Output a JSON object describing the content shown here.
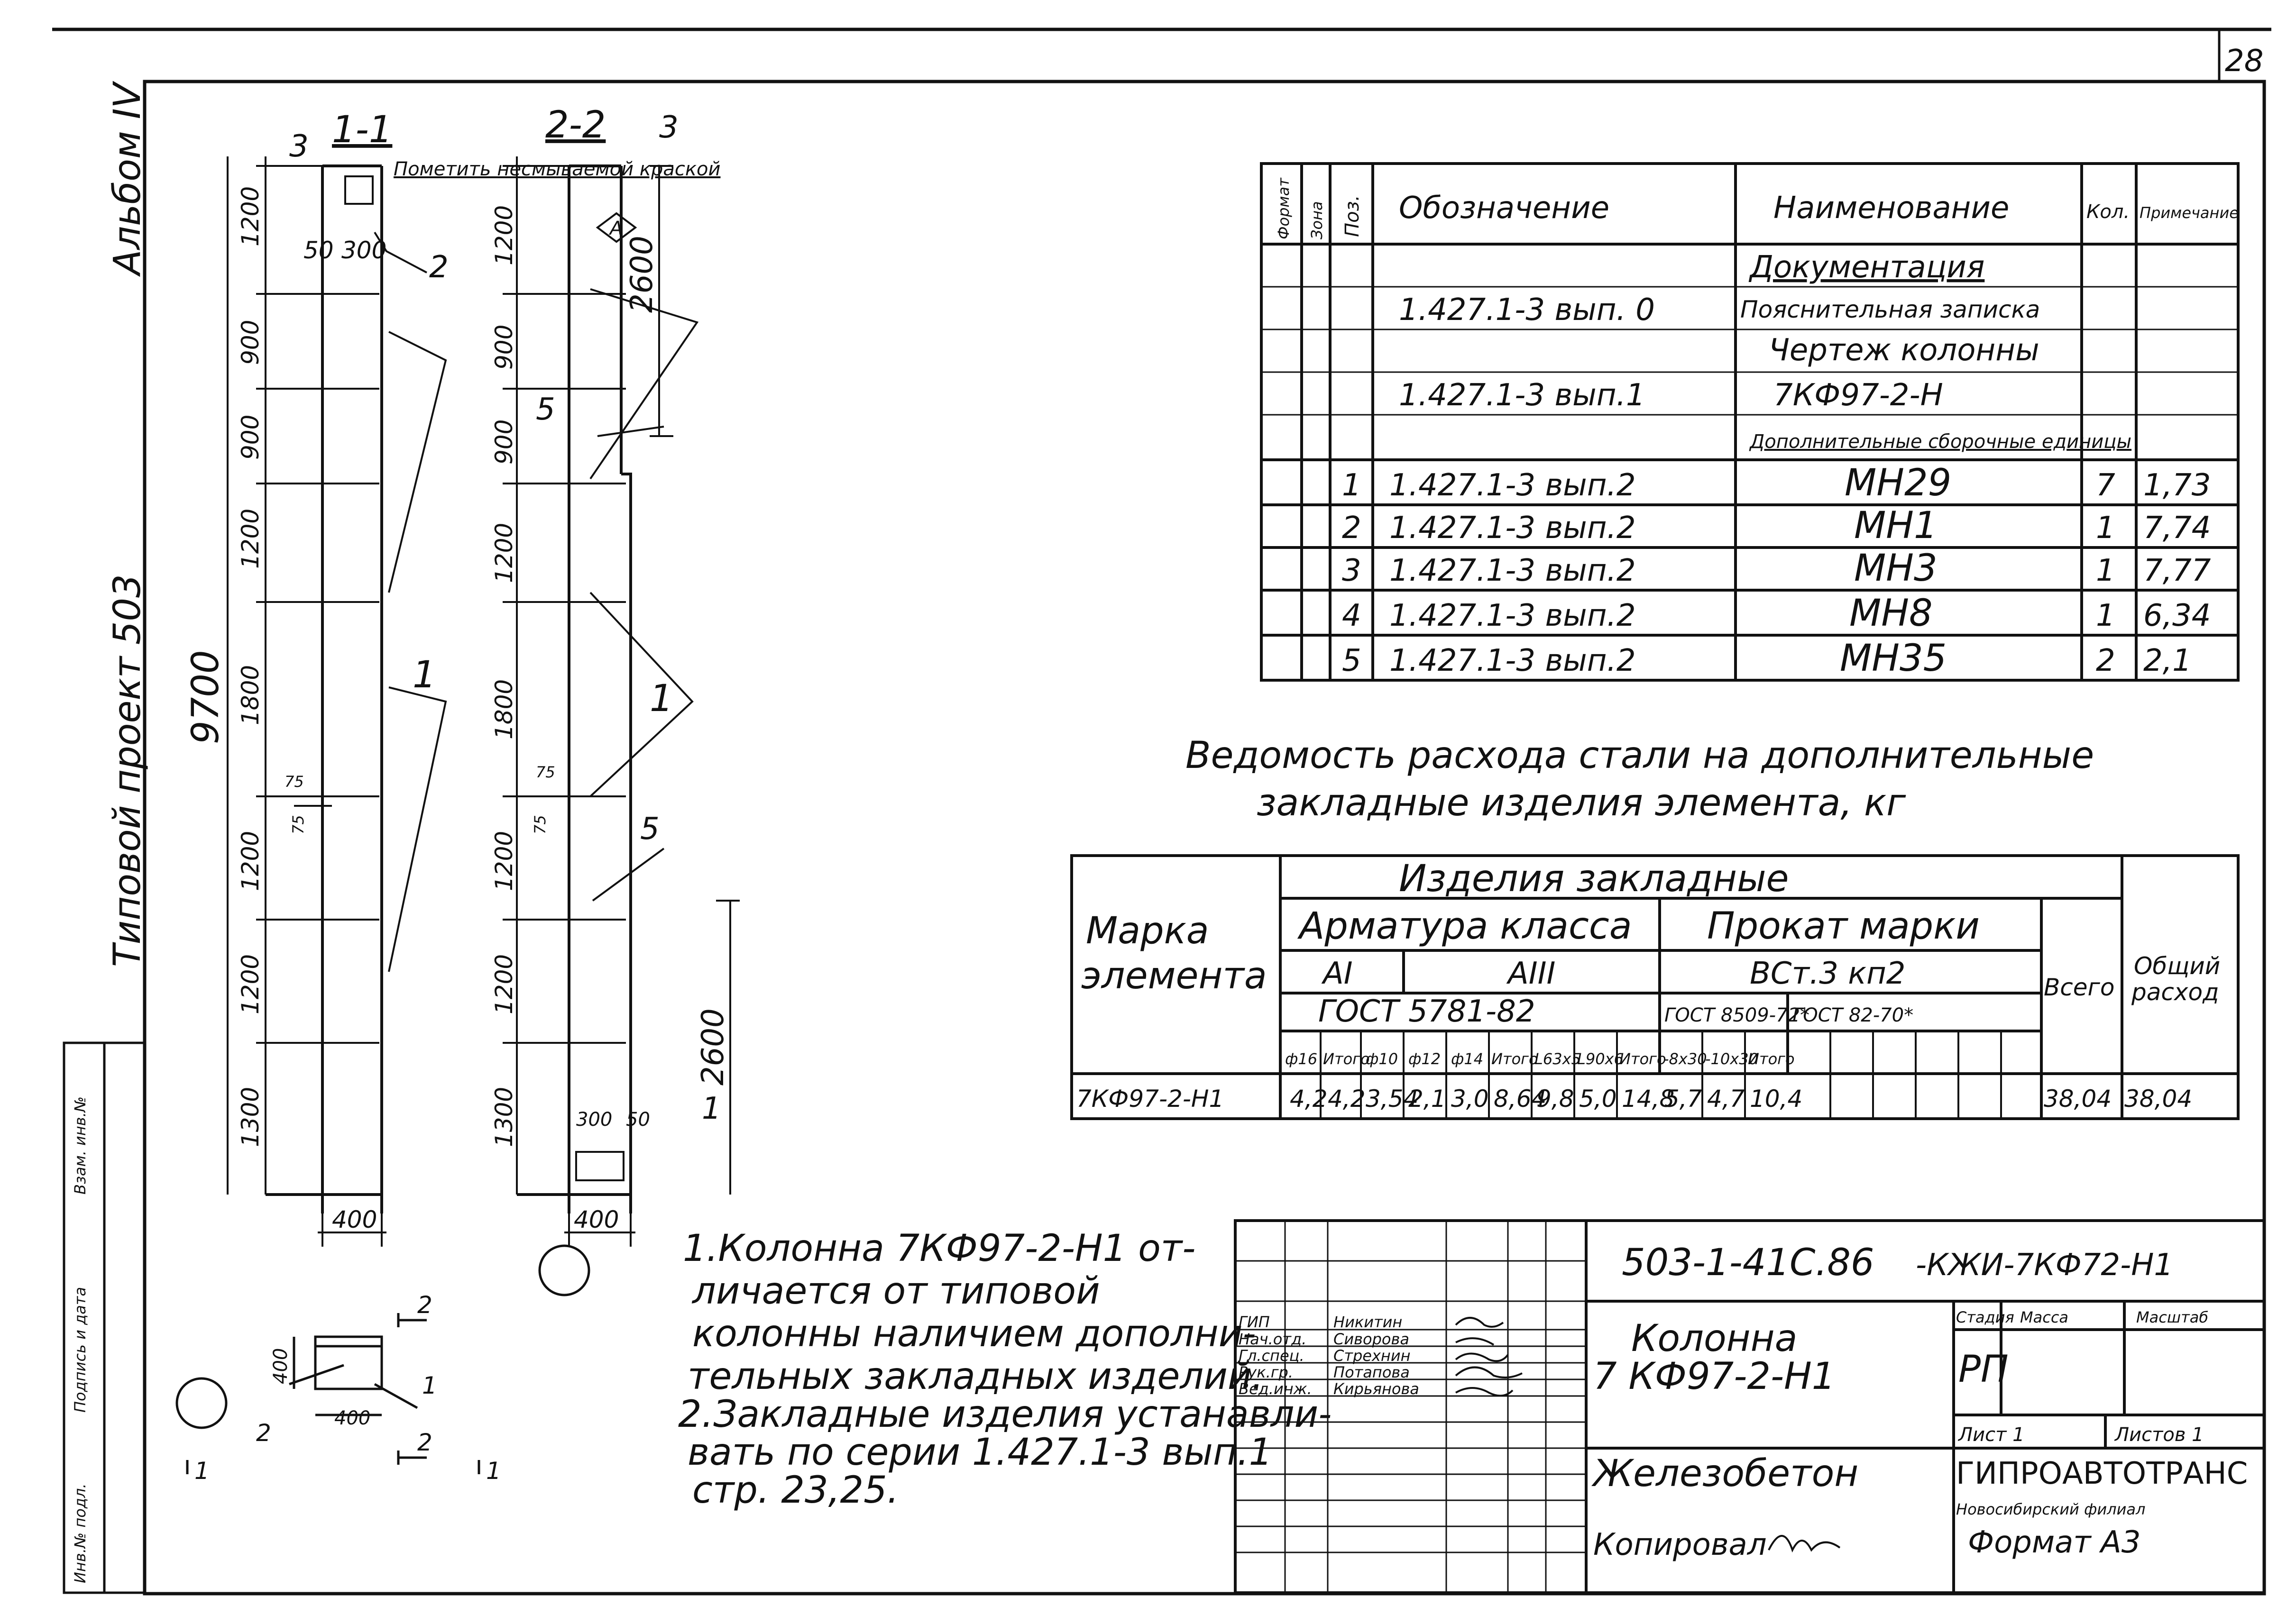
{
  "page_number": "28",
  "left_margin": {
    "album": "Альбом IV",
    "project": "Типовой проект 503",
    "stamp_cols": [
      "Инв.№ подл.",
      "Подпись и дата",
      "Взам. инв.№"
    ]
  },
  "section_1": {
    "title": "1-1",
    "callouts": [
      "3",
      "2",
      "1"
    ],
    "note": "Пометить несмываемой краской",
    "dims_top": [
      "50",
      "300"
    ],
    "dims_vertical": [
      "1200",
      "900",
      "900",
      "1200",
      "1800",
      "1200",
      "1200",
      "1300"
    ],
    "dim_total": "9700",
    "dims_small": [
      "75",
      "75"
    ],
    "width": "400"
  },
  "section_2": {
    "title": "2-2",
    "callouts": [
      "3",
      "5",
      "1",
      "5",
      "1"
    ],
    "marker": "А",
    "dims_vertical": [
      "1200",
      "900",
      "900",
      "1200",
      "1800",
      "1200",
      "1200",
      "1300"
    ],
    "dims_right": [
      "2600",
      "2600"
    ],
    "dims_small": [
      "75",
      "75"
    ],
    "dims_bottom": [
      "300",
      "50"
    ],
    "width": "400"
  },
  "plan_view": {
    "dims": [
      "400",
      "400"
    ],
    "callouts": [
      "2",
      "1"
    ],
    "section_marks": [
      "2",
      "2",
      "1",
      "1"
    ]
  },
  "spec_table": {
    "headers": [
      "Формат",
      "Зона",
      "Поз.",
      "Обозначение",
      "Наименование",
      "Кол.",
      "Примечание"
    ],
    "rows": [
      {
        "pos": "",
        "designation": "",
        "name": "Документация",
        "qty": "",
        "note": ""
      },
      {
        "pos": "",
        "designation": "1.427.1-3  вып. 0",
        "name": "Пояснительная записка",
        "qty": "",
        "note": ""
      },
      {
        "pos": "",
        "designation": "",
        "name": "Чертеж колонны",
        "qty": "",
        "note": ""
      },
      {
        "pos": "",
        "designation": "1.427.1-3  вып.1",
        "name": "7КФ97-2-Н",
        "qty": "",
        "note": ""
      },
      {
        "pos": "",
        "designation": "",
        "name": "Дополнительные сборочные единицы",
        "qty": "",
        "note": ""
      },
      {
        "pos": "1",
        "designation": "1.427.1-3  вып.2",
        "name": "МН29",
        "qty": "7",
        "note": "1,73"
      },
      {
        "pos": "2",
        "designation": "1.427.1-3  вып.2",
        "name": "МН1",
        "qty": "1",
        "note": "7,74"
      },
      {
        "pos": "3",
        "designation": "1.427.1-3  вып.2",
        "name": "МН3",
        "qty": "1",
        "note": "7,77"
      },
      {
        "pos": "4",
        "designation": "1.427.1-3  вып.2",
        "name": "МН8",
        "qty": "1",
        "note": "6,34"
      },
      {
        "pos": "5",
        "designation": "1.427.1-3  вып.2",
        "name": "МН35",
        "qty": "2",
        "note": "2,1"
      }
    ]
  },
  "steel_title": [
    "Ведомость расхода стали на дополнительные",
    "закладные изделия элемента, кг"
  ],
  "steel_table": {
    "h_mark": [
      "Марка",
      "элемента"
    ],
    "h_items": "Изделия закладные",
    "h_rebar": "Арматура класса",
    "h_rolled": "Прокат марки",
    "h_ai": "AI",
    "h_aiii": "AIII",
    "h_vst": "ВСт.3 кп2",
    "h_gost_rebar": "ГОСТ 5781-82",
    "h_gost_8509": "ГОСТ 8509-72*",
    "h_gost_82": "ГОСТ 82-70*",
    "h_total": "Всего",
    "h_overall": [
      "Общий",
      "расход"
    ],
    "subheads": [
      "ф16",
      "Итого",
      "ф10",
      "ф12",
      "ф14",
      "Итого",
      "L63х5",
      "L90х6",
      "Итого",
      "-8х30",
      "-10х30",
      "Итого"
    ],
    "row": [
      "7КФ97-2-Н1",
      "4,2",
      "4,2",
      "3,54",
      "2,1",
      "3,0",
      "8,64",
      "9,8",
      "5,0",
      "14,8",
      "5,7",
      "4,7",
      "10,4",
      "38,04",
      "38,04"
    ]
  },
  "notes": [
    "1.Колонна 7КФ97-2-Н1 от-",
    "личается от типовой",
    "колонны наличием дополни-",
    "тельных закладных изделий.",
    "2.Закладные изделия устанавли-",
    "вать по серии 1.427.1-3 вып.1",
    "стр. 23,25."
  ],
  "title_block": {
    "code": "503-1-41С.86",
    "sheet_code": "-КЖИ-7КФ72-Н1",
    "roles": [
      "ГИП",
      "Нач.отд.",
      "Гл.спец.",
      "Рук.гр.",
      "Вед.инж."
    ],
    "names": [
      "Никитин",
      "Сиворова",
      "Стрехнин",
      "Потапова",
      "Кирьянова"
    ],
    "object_name": [
      "Колонна",
      "7 КФ97-2-Н1"
    ],
    "material": "Железобетон",
    "h_stage": "Стадия",
    "h_mass": "Масса",
    "h_scale": "Масштаб",
    "stage": "РП",
    "sheet": "Лист 1",
    "sheets": "Листов 1",
    "org": "ГИПРОАВТОТРАНС",
    "branch": "Новосибирский филиал",
    "copied": "Копировал",
    "format": "Формат А3"
  }
}
